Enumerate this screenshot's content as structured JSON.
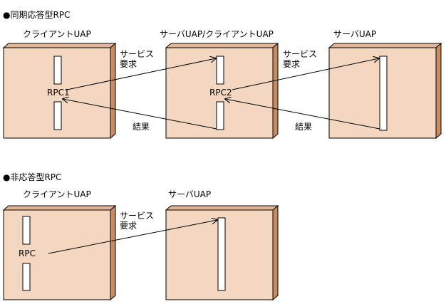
{
  "colors": {
    "box_face": "#f4d7c1",
    "box_side": "#c98c61",
    "box_top": "#e2b596",
    "stroke": "#000000",
    "bar_fill": "#ffffff"
  },
  "sync": {
    "heading": "●同期応答型RPC",
    "client_label": "クライアントUAP",
    "middle_label": "サーバUAP/クライアントUAP",
    "server_label": "サーバUAP",
    "rpc1_label": "RPC1",
    "rpc2_label": "RPC2",
    "request_line1": "サービス",
    "request_line2": "要求",
    "request2_line1": "サービス",
    "request2_line2": "要求",
    "result1_label": "結果",
    "result2_label": "結果"
  },
  "async": {
    "heading": "●非応答型RPC",
    "client_label": "クライアントUAP",
    "server_label": "サーバUAP",
    "rpc_label": "RPC",
    "request_line1": "サービス",
    "request_line2": "要求"
  }
}
